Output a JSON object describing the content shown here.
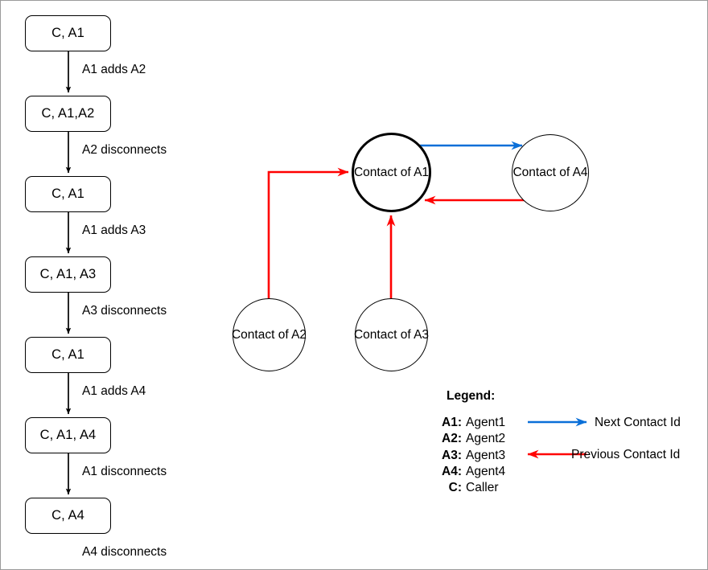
{
  "diagram": {
    "title": "Conference call contact chain state diagram",
    "colors": {
      "next_contact": "#0a6fd8",
      "previous_contact": "#ff0000",
      "stroke": "#000000",
      "background": "#ffffff",
      "frame": "#9a9a9a"
    },
    "state_flow": {
      "states": [
        {
          "id": "s1",
          "label": "C, A1"
        },
        {
          "id": "s2",
          "label": "C, A1,A2"
        },
        {
          "id": "s3",
          "label": "C, A1"
        },
        {
          "id": "s4",
          "label": "C, A1, A3"
        },
        {
          "id": "s5",
          "label": "C, A1"
        },
        {
          "id": "s6",
          "label": "C, A1, A4"
        },
        {
          "id": "s7",
          "label": "C, A4"
        }
      ],
      "transitions": [
        {
          "id": "t1",
          "label": "A1 adds A2"
        },
        {
          "id": "t2",
          "label": "A2 disconnects"
        },
        {
          "id": "t3",
          "label": "A1 adds A3"
        },
        {
          "id": "t4",
          "label": "A3 disconnects"
        },
        {
          "id": "t5",
          "label": "A1 adds A4"
        },
        {
          "id": "t6",
          "label": "A1 disconnects"
        },
        {
          "id": "t7",
          "label": "A4 disconnects"
        }
      ]
    },
    "contact_graph": {
      "nodes": [
        {
          "id": "n_a1",
          "label": "Contact of A1",
          "emphasis": true
        },
        {
          "id": "n_a4",
          "label": "Contact of A4",
          "emphasis": false
        },
        {
          "id": "n_a2",
          "label": "Contact of A2",
          "emphasis": false
        },
        {
          "id": "n_a3",
          "label": "Contact of A3",
          "emphasis": false
        }
      ],
      "links": [
        {
          "id": "l_a1_a4",
          "from": "n_a1",
          "to": "n_a4",
          "kind": "next"
        },
        {
          "id": "l_a4_a1",
          "from": "n_a4",
          "to": "n_a1",
          "kind": "previous"
        },
        {
          "id": "l_a3_a1",
          "from": "n_a3",
          "to": "n_a1",
          "kind": "previous"
        },
        {
          "id": "l_a2_a1",
          "from": "n_a2",
          "to": "n_a1",
          "kind": "previous"
        }
      ]
    },
    "legend": {
      "title": "Legend:",
      "keys": [
        {
          "key": "A1:",
          "value": "Agent1"
        },
        {
          "key": "A2:",
          "value": "Agent2"
        },
        {
          "key": "A3:",
          "value": "Agent3"
        },
        {
          "key": "A4:",
          "value": "Agent4"
        },
        {
          "key": "C:",
          "value": "Caller"
        }
      ],
      "entries": [
        {
          "id": "next",
          "label": "Next Contact Id",
          "color": "#0a6fd8",
          "direction": "right"
        },
        {
          "id": "previous",
          "label": "Previous Contact Id",
          "color": "#ff0000",
          "direction": "left"
        }
      ]
    }
  }
}
